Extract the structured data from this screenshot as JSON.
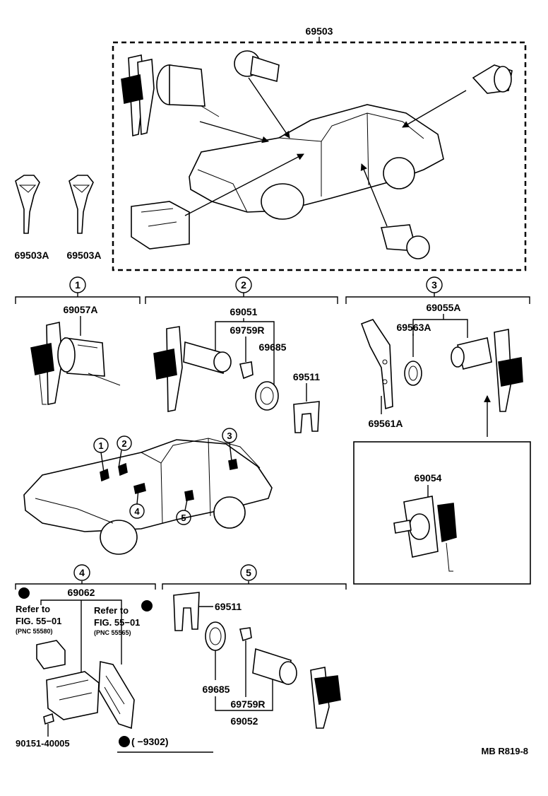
{
  "top_group": {
    "part_no": "69503"
  },
  "spare_keys": [
    "69503A",
    "69503A"
  ],
  "sections": {
    "s1": {
      "number": "1",
      "part_no": "69057A"
    },
    "s2": {
      "number": "2",
      "labels": [
        "69051",
        "69759R",
        "69685",
        "69511"
      ]
    },
    "s3": {
      "number": "3",
      "labels": [
        "69055A",
        "69563A",
        "69561A"
      ],
      "inset_part": "69054"
    },
    "s4": {
      "number": "4",
      "part_no": "69062",
      "refs": [
        {
          "line1": "Refer to",
          "line2": "FIG. 55−01",
          "pnc": "(PNC 55580)"
        },
        {
          "line1": "Refer to",
          "line2": "FIG. 55−01",
          "pnc": "(PNC 55565)"
        }
      ],
      "screw": "90151-40005",
      "date_range": "(      −9302)"
    },
    "s5": {
      "number": "5",
      "labels": [
        "69511",
        "69685",
        "69759R",
        "69052"
      ]
    }
  },
  "car_callouts": [
    "1",
    "2",
    "3",
    "4",
    "5"
  ],
  "footer": {
    "code": "MB R819-8"
  }
}
